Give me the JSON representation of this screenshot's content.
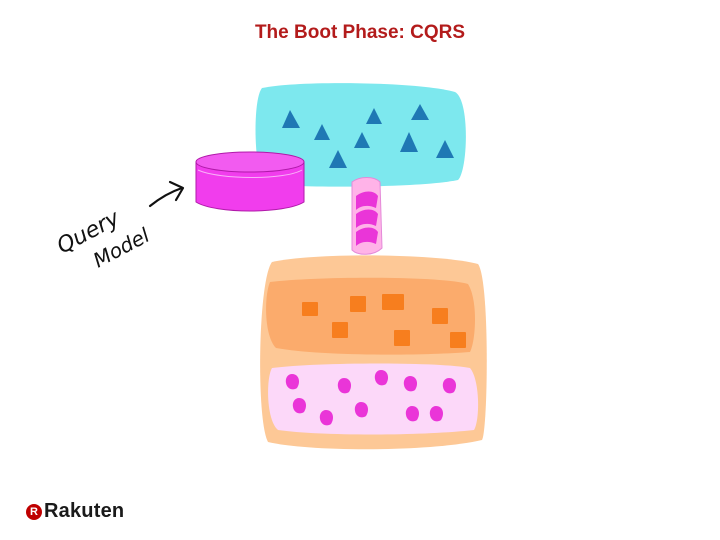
{
  "slide": {
    "title": "The Boot Phase: CQRS"
  },
  "diagram": {
    "annotation_line1": "Query",
    "annotation_line2": "Model"
  },
  "logo": {
    "mark": "R",
    "text": "Rakuten"
  },
  "colors": {
    "title": "#b31b1b",
    "event_store": "#7de8ee",
    "event_marks": "#1f78b4",
    "query_model": "#f13ded",
    "pipe": "#ffb3e8",
    "container": "#fdc896",
    "orange_panel": "#fbab6c",
    "orange_marks": "#f77e1e",
    "pink_panel": "#fcd8f9",
    "pink_marks": "#ea35d8",
    "logo_red": "#bf0000"
  }
}
